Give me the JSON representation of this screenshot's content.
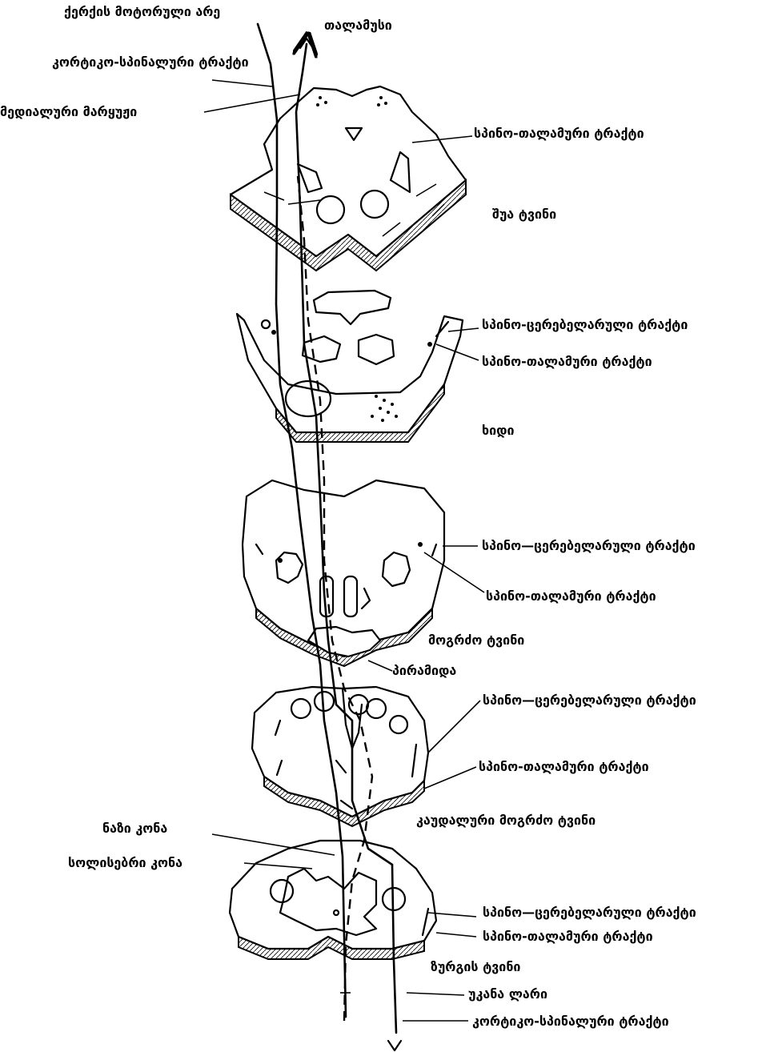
{
  "labels": {
    "motor_cortex": "ქერქის მოტორული არე",
    "thalamus": "თალამუსი",
    "corticospinal_top": "კორტიკო-სპინალური ტრაქტი",
    "medial_lemniscus": "მედიალური მარყუჟი",
    "spinothalamic_mid": "სპინო-თალამური ტრაქტი",
    "midbrain": "შუა ტვინი",
    "spinocerebellar_pons": "სპინო-ცერებელარული ტრაქტი",
    "spinothalamic_pons": "სპინო-თალამური ტრაქტი",
    "pons": "ხიდი",
    "spinocerebellar_medulla": "სპინო—ცერებელარული  ტრაქტი",
    "spinothalamic_medulla": "სპინო-თალამური ტრაქტი",
    "medulla": "მოგრძო ტვინი",
    "pyramid": "პირამიდა",
    "spinocerebellar_caudal": "სპინო—ცერებელარული ტრაქტი",
    "spinothalamic_caudal": "სპინო-თალამური ტრაქტი",
    "caudal_medulla": "კაუდალური მოგრძო ტვინი",
    "gracile": "ნაზი კონა",
    "cuneate": "სოლისებრი კონა",
    "spinocerebellar_cord": "სპინო—ცერებელარული ტრაქტი",
    "spinothalamic_cord": "სპინო-თალამური ტრაქტი",
    "spinal_cord": "ზურგის ტვინი",
    "dorsal_root": "უკანა ლარი",
    "corticospinal_bottom": "კორტიკო-სპინალური ტრაქტი"
  }
}
